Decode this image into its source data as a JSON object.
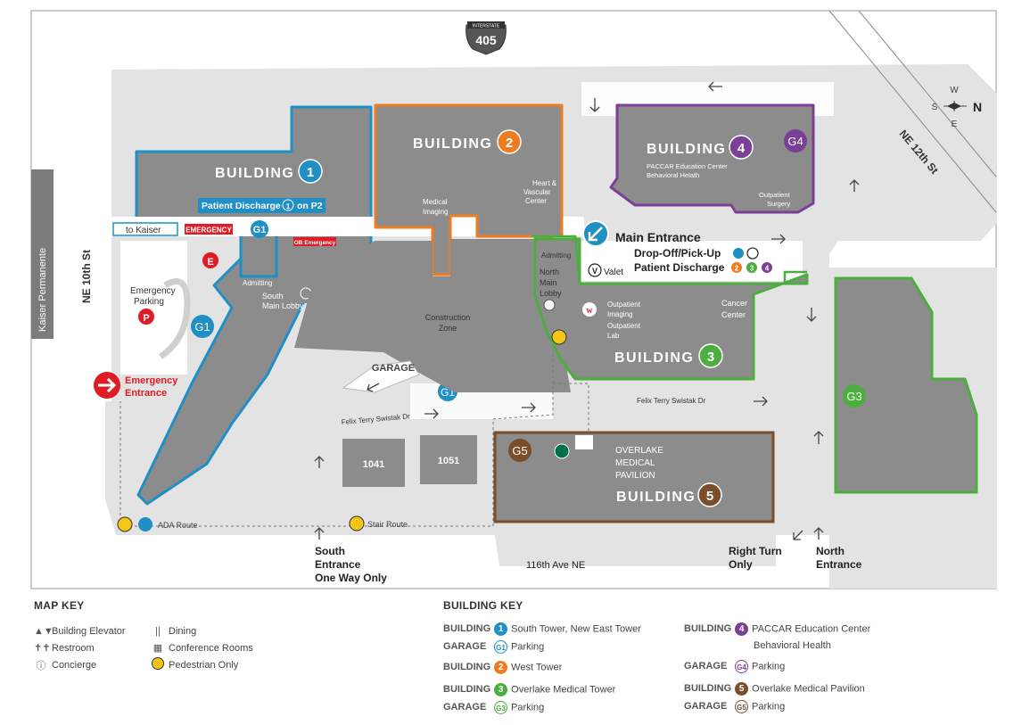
{
  "colors": {
    "building1": "#1f8fc6",
    "building2": "#ee7d22",
    "building3": "#4cae3e",
    "building4": "#7b3f98",
    "building5": "#7a4d2b",
    "emergency": "#e01b24",
    "road": "#e6e6e6",
    "footprint": "#8c8c8c"
  },
  "map": {
    "interstate_label": "INTERSTATE",
    "interstate_number": "405",
    "compass": {
      "w": "W",
      "s": "S",
      "e": "E",
      "n": "N"
    },
    "streets": {
      "kaiser": "Kaiser Permanente",
      "ne10th": "NE 10th St",
      "ne12th": "NE 12th St",
      "felix1": "Felix Terry Swistak Dr",
      "felix2": "Felix Terry Swistak Dr",
      "ave116": "116th Ave NE"
    },
    "buildings": {
      "b1_title": "BUILDING",
      "b1_num": "1",
      "b2_title": "BUILDING",
      "b2_num": "2",
      "b3_title": "BUILDING",
      "b3_num": "3",
      "b4_title": "BUILDING",
      "b4_num": "4",
      "b4_sub1": "PACCAR Education Center",
      "b4_sub2": "Behavioral Helath",
      "b5_title": "BUILDING",
      "b5_num": "5",
      "b5_sub1": "OVERLAKE",
      "b5_sub2": "MEDICAL",
      "b5_sub3": "PAVILION",
      "b1041": "1041",
      "b1051": "1051"
    },
    "garages": {
      "g1a": "G1",
      "g1b": "G1",
      "g1c": "G1",
      "g3": "G3",
      "g4": "G4",
      "g5": "G5",
      "garage_label": "GARAGE"
    },
    "labels": {
      "patient_discharge_p2": "Patient Discharge",
      "patient_discharge_p2_num": "1",
      "patient_discharge_p2_tail": "on P2",
      "to_kaiser": "to Kaiser",
      "emergency": "EMERGENCY",
      "ob_emergency": "OB Emergency",
      "emergency_parking1": "Emergency",
      "emergency_parking2": "Parking",
      "emergency_entrance1": "Emergency",
      "emergency_entrance2": "Entrance",
      "admitting1": "Admitting",
      "admitting2": "Admitting",
      "south_main_lobby1": "South",
      "south_main_lobby2": "Main Lobby",
      "medical_imaging1": "Medical",
      "medical_imaging2": "Imaging",
      "heart1": "Heart &",
      "heart2": "Vascular",
      "heart3": "Center",
      "main_entrance": "Main Entrance",
      "dropoff": "Drop-Off/Pick-Up",
      "patient_discharge": "Patient Discharge",
      "valet": "Valet",
      "north_main_lobby1": "North",
      "north_main_lobby2": "Main",
      "north_main_lobby3": "Lobby",
      "outpatient_imaging1": "Outpatient",
      "outpatient_imaging2": "Imaging",
      "outpatient_lab1": "Outpatient",
      "outpatient_lab2": "Lab",
      "cancer_center1": "Cancer",
      "cancer_center2": "Center",
      "outpatient_surgery1": "Outpatient",
      "outpatient_surgery2": "Surgery",
      "construction_zone1": "Construction",
      "construction_zone2": "Zone",
      "ada_route": "ADA Route",
      "stair_route": "Stair Route",
      "south_entrance1": "South",
      "south_entrance2": "Entrance",
      "south_entrance3": "One Way Only",
      "right_turn1": "Right Turn",
      "right_turn2": "Only",
      "north_entrance1": "North",
      "north_entrance2": "Entrance",
      "p_icon": "P",
      "e_icon": "E",
      "v_icon": "V"
    }
  },
  "map_key": {
    "title": "MAP KEY",
    "items": [
      {
        "icon": "elevator-icon",
        "label": "Building Elevator"
      },
      {
        "icon": "restroom-icon",
        "label": "Restroom"
      },
      {
        "icon": "concierge-icon",
        "label": "Concierge"
      },
      {
        "icon": "dining-icon",
        "label": "Dining"
      },
      {
        "icon": "conference-icon",
        "label": "Conference Rooms"
      },
      {
        "icon": "pedestrian-icon",
        "label": "Pedestrian Only"
      }
    ]
  },
  "building_key": {
    "title": "BUILDING KEY",
    "rows": [
      {
        "type": "BUILDING",
        "badge": "1",
        "label": "South Tower, New East Tower"
      },
      {
        "type": "GARAGE",
        "badge": "G1",
        "label": "Parking"
      },
      {
        "type": "BUILDING",
        "badge": "2",
        "label": "West Tower"
      },
      {
        "type": "BUILDING",
        "badge": "3",
        "label": "Overlake Medical Tower"
      },
      {
        "type": "GARAGE",
        "badge": "G3",
        "label": "Parking"
      },
      {
        "type": "BUILDING",
        "badge": "4",
        "label": "PACCAR Education Center"
      },
      {
        "type": "",
        "badge": "",
        "label": "Behavioral Health"
      },
      {
        "type": "GARAGE",
        "badge": "G4",
        "label": "Parking"
      },
      {
        "type": "BUILDING",
        "badge": "5",
        "label": "Overlake Medical Pavilion"
      },
      {
        "type": "GARAGE",
        "badge": "G5",
        "label": "Parking"
      }
    ]
  }
}
